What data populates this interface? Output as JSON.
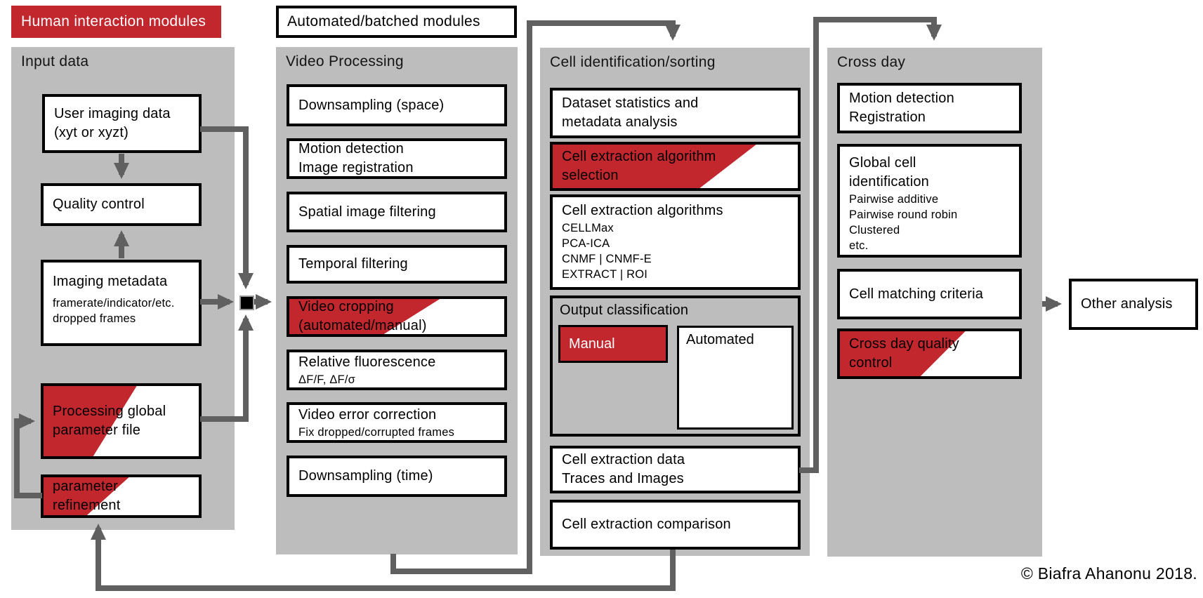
{
  "legend": {
    "human": "Human interaction modules",
    "automated": "Automated/batched modules"
  },
  "columns": [
    {
      "title": "Input data",
      "boxes": [
        {
          "lines": [
            "User imaging data",
            "(xyt or xyzt)"
          ]
        },
        {
          "lines": [
            "Quality control"
          ]
        },
        {
          "lines": [
            "Imaging metadata"
          ],
          "sub": [
            "framerate/indicator/etc.",
            "dropped frames"
          ]
        },
        {
          "lines": [
            "Processing global",
            "parameter file"
          ]
        },
        {
          "lines": [
            "parameter",
            "refinement"
          ]
        }
      ]
    },
    {
      "title": "Video Processing",
      "boxes": [
        {
          "lines": [
            "Downsampling  (space)"
          ]
        },
        {
          "lines": [
            "Motion detection",
            "Image registration"
          ]
        },
        {
          "lines": [
            "Spatial image filtering"
          ]
        },
        {
          "lines": [
            "Temporal filtering"
          ]
        },
        {
          "lines": [
            "Video cropping",
            "(automated/manual)"
          ]
        },
        {
          "lines": [
            "Relative fluorescence"
          ],
          "sub": [
            "ΔF/F, ΔF/σ"
          ]
        },
        {
          "lines": [
            "Video error correction"
          ],
          "sub": [
            "Fix dropped/corrupted frames"
          ]
        },
        {
          "lines": [
            "Downsampling  (time)"
          ]
        }
      ]
    },
    {
      "title": "Cell identification/sorting",
      "boxes": [
        {
          "lines": [
            "Dataset statistics and",
            "metadata analysis"
          ]
        },
        {
          "lines": [
            "Cell extraction algorithm",
            "selection"
          ]
        },
        {
          "lines": [
            "Cell extraction algorithms"
          ],
          "sub": [
            "CELLMax",
            "PCA-ICA",
            "CNMF | CNMF-E",
            "EXTRACT | ROI"
          ]
        },
        {
          "title": "Output classification",
          "manual": "Manual",
          "automated": "Automated"
        },
        {
          "lines": [
            "Cell extraction data",
            "Traces and Images"
          ]
        },
        {
          "lines": [
            "Cell extraction comparison"
          ]
        }
      ]
    },
    {
      "title": "Cross day",
      "boxes": [
        {
          "lines": [
            "Motion detection",
            "Registration"
          ]
        },
        {
          "lines": [
            "Global cell",
            "identification"
          ],
          "sub": [
            "Pairwise additive",
            "Pairwise round robin",
            "Clustered",
            "etc."
          ]
        },
        {
          "lines": [
            "Cell matching criteria"
          ]
        },
        {
          "lines": [
            "Cross day quality",
            "control"
          ]
        }
      ]
    }
  ],
  "other_analysis": "Other analysis",
  "copyright": "© Biafra Ahanonu 2018.",
  "colors": {
    "red": "#C1272D",
    "column_gray": "#BDBDBD",
    "arrow_gray": "#606060",
    "box_border": "#000000"
  }
}
